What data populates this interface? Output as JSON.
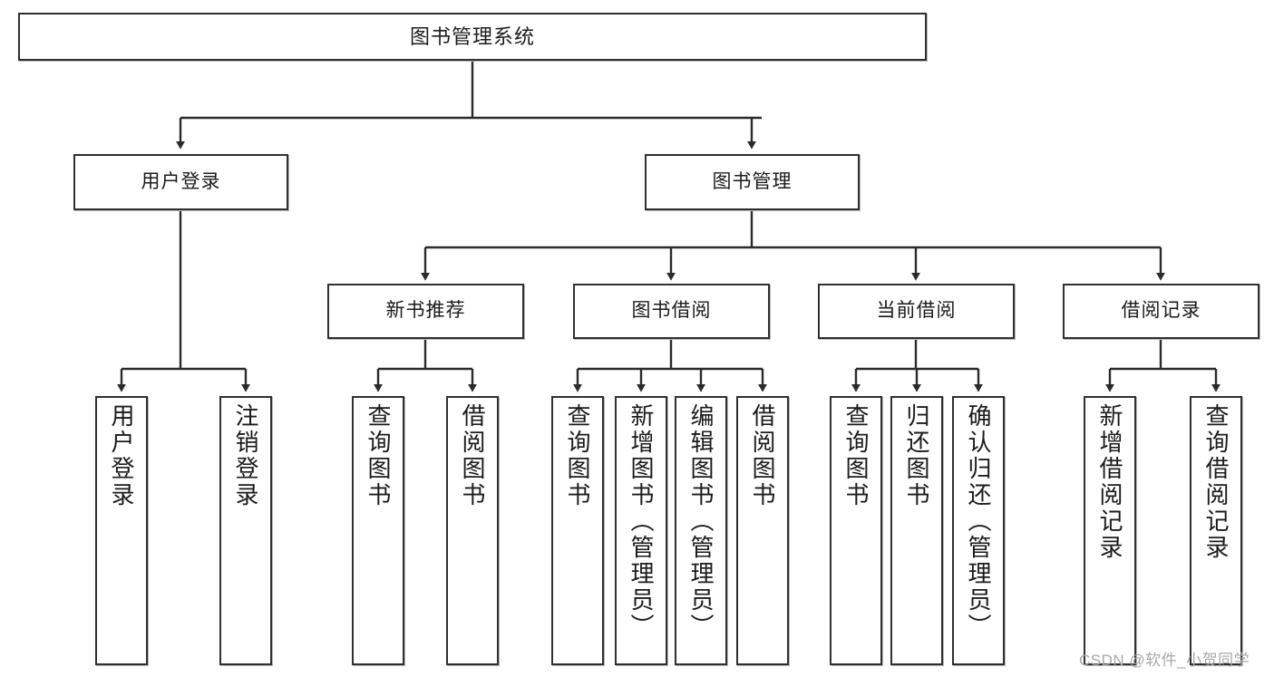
{
  "diagram": {
    "title": "图书管理系统",
    "type": "tree",
    "orientation": "top-down",
    "colors": {
      "box_border": "#303030",
      "box_fill": "#ffffff",
      "connector": "#2b2b2b",
      "watermark": "#a8a8a8"
    },
    "root": {
      "label": "图书管理系统"
    },
    "level2": [
      {
        "label": "用户登录"
      },
      {
        "label": "图书管理"
      }
    ],
    "level3": [
      {
        "label": "新书推荐"
      },
      {
        "label": "图书借阅"
      },
      {
        "label": "当前借阅"
      },
      {
        "label": "借阅记录"
      }
    ],
    "leaves": {
      "user_login": [
        {
          "label": "用户登录"
        },
        {
          "label": "注销登录"
        }
      ],
      "new_book_recommend": [
        {
          "label": "查询图书"
        },
        {
          "label": "借阅图书"
        }
      ],
      "book_borrow": [
        {
          "label": "查询图书"
        },
        {
          "label": "新增图书（管理员）"
        },
        {
          "label": "编辑图书（管理员）"
        },
        {
          "label": "借阅图书"
        }
      ],
      "current_borrow": [
        {
          "label": "查询图书"
        },
        {
          "label": "归还图书"
        },
        {
          "label": "确认归还（管理员）"
        }
      ],
      "borrow_record": [
        {
          "label": "新增借阅记录"
        },
        {
          "label": "查询借阅记录"
        }
      ]
    }
  },
  "watermark": {
    "text": "CSDN @软件_小贺同学"
  }
}
